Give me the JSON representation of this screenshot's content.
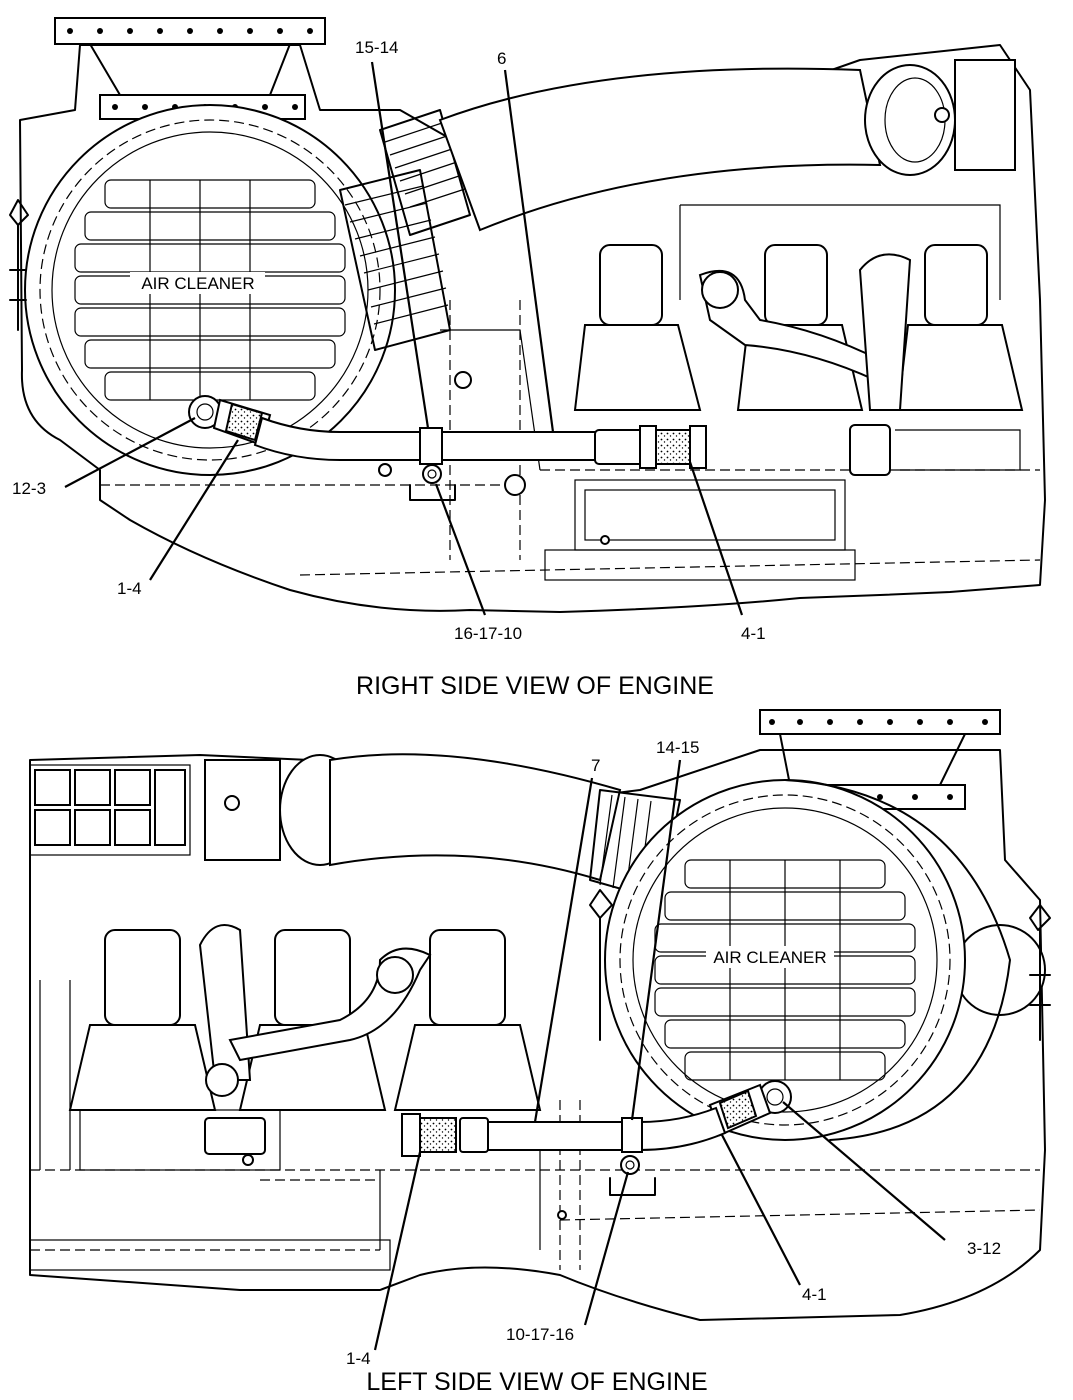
{
  "views": [
    {
      "caption": "RIGHT SIDE VIEW OF ENGINE",
      "component_label": "AIR CLEANER",
      "callouts": [
        "15-14",
        "6",
        "12-3",
        "1-4",
        "16-17-10",
        "4-1"
      ]
    },
    {
      "caption": "LEFT SIDE VIEW OF ENGINE",
      "component_label": "AIR CLEANER",
      "callouts": [
        "7",
        "14-15",
        "3-12",
        "4-1",
        "1-4",
        "10-17-16"
      ]
    }
  ],
  "colors": {
    "ink": "#000000",
    "background": "#ffffff"
  }
}
